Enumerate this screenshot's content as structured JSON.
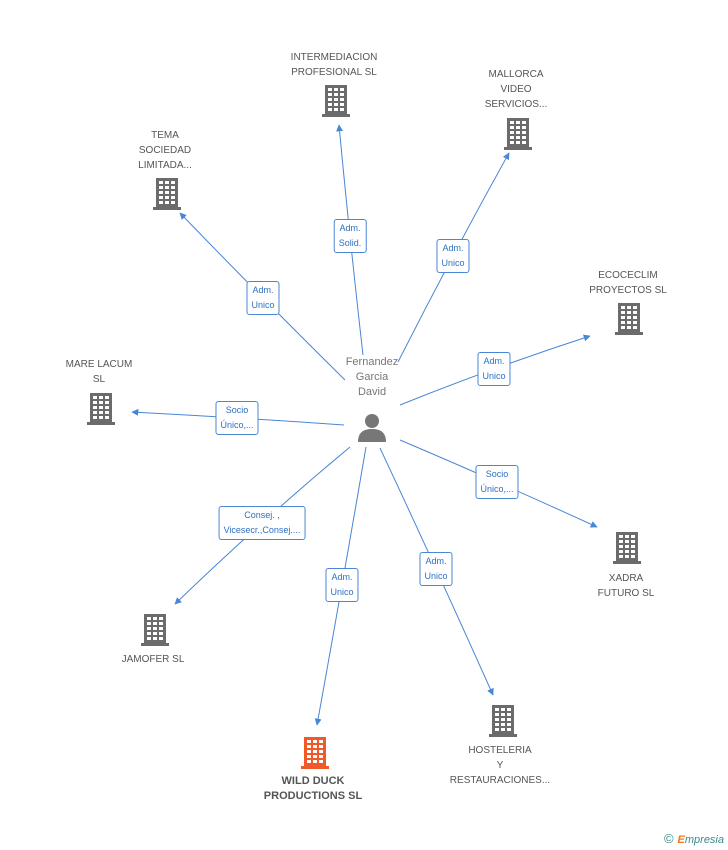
{
  "person": {
    "name": "Fernandez\nGarcia\nDavid"
  },
  "companies": [
    {
      "id": "intermediacion",
      "label": "INTERMEDIACION\nPROFESIONAL SL",
      "main": false
    },
    {
      "id": "mallorca",
      "label": "MALLORCA\nVIDEO\nSERVICIOS...",
      "main": false
    },
    {
      "id": "tema",
      "label": "TEMA\nSOCIEDAD\nLIMITADA...",
      "main": false
    },
    {
      "id": "ecoceclim",
      "label": "ECOCECLIM\nPROYECTOS SL",
      "main": false
    },
    {
      "id": "mare",
      "label": "MARE LACUM\nSL",
      "main": false
    },
    {
      "id": "xadra",
      "label": "XADRA\nFUTURO  SL",
      "main": false
    },
    {
      "id": "jamofer",
      "label": "JAMOFER SL",
      "main": false
    },
    {
      "id": "wildduck",
      "label": "WILD DUCK\nPRODUCTIONS SL",
      "main": true
    },
    {
      "id": "hosteleria",
      "label": "HOSTELERIA\nY\nRESTAURACIONES...",
      "main": false
    }
  ],
  "edges": [
    {
      "to": "intermediacion",
      "role": "Adm.\nSolid."
    },
    {
      "to": "mallorca",
      "role": "Adm.\nUnico"
    },
    {
      "to": "tema",
      "role": "Adm.\nUnico"
    },
    {
      "to": "ecoceclim",
      "role": "Adm.\nUnico"
    },
    {
      "to": "mare",
      "role": "Socio\nÚnico,..."
    },
    {
      "to": "xadra",
      "role": "Socio\nÚnico,..."
    },
    {
      "to": "jamofer",
      "role": "Consej. ,\nVicesecr.,Consej...."
    },
    {
      "to": "wildduck",
      "role": "Adm.\nUnico"
    },
    {
      "to": "hosteleria",
      "role": "Adm.\nUnico"
    }
  ],
  "colors": {
    "edge": "#4a86d4",
    "building": "#6b6b6b",
    "building_main": "#f05a28",
    "person": "#777777"
  },
  "brand": {
    "copyright": "©",
    "name_first": "E",
    "name_rest": "mpresia"
  }
}
